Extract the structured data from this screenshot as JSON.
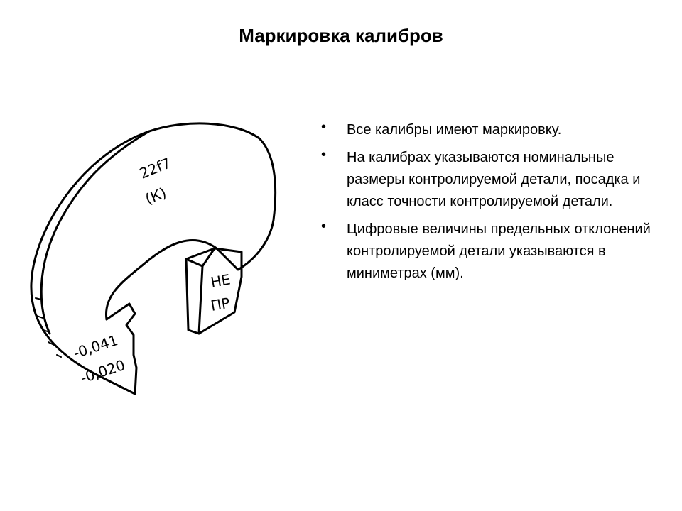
{
  "slide": {
    "title": "Маркировка калибров",
    "bullets": [
      "Все калибры имеют маркировку.",
      "На калибрах указываются номинальные размеры контролируемой детали, посадка и класс точности контролируемой детали.",
      "Цифровые величины предельных отклонений контролируемой детали указываются в миниметрах (мм)."
    ]
  },
  "figure": {
    "marking_size": "22f7",
    "marking_class": "(К)",
    "marking_not_go_line1": "НЕ",
    "marking_not_go_line2": "ПР",
    "deviation_upper": "-0,041",
    "deviation_lower": "-0,020"
  }
}
